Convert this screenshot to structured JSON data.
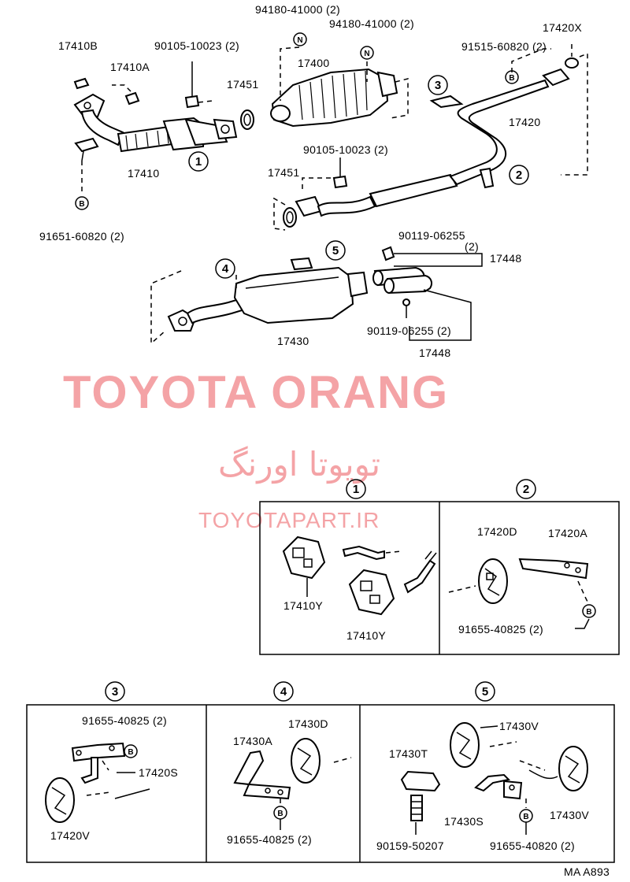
{
  "labels": {
    "p17410B": "17410B",
    "p17410A": "17410A",
    "p90105_a": "90105-10023 (2)",
    "p94180_a": "94180-41000 (2)",
    "p94180_b": "94180-41000 (2)",
    "p17400": "17400",
    "p17451_a": "17451",
    "p17451_b": "17451",
    "p17410": "17410",
    "p91651": "91651-60820 (2)",
    "p90105_b": "90105-10023 (2)",
    "p17420X": "17420X",
    "p91515": "91515-60820 (2)",
    "p17420": "17420",
    "p90119_a": "90119-06255",
    "p90119_a_qty": "(2)",
    "p17448_a": "17448",
    "p90119_b": "90119-06255 (2)",
    "p17448_b": "17448",
    "p17430": "17430",
    "p17410Y_a": "17410Y",
    "p17410Y_b": "17410Y",
    "p17420D": "17420D",
    "p17420A": "17420A",
    "p91655_a": "91655-40825 (2)",
    "p91655_b": "91655-40825 (2)",
    "p17420S": "17420S",
    "p17420V": "17420V",
    "p17430A": "17430A",
    "p17430D": "17430D",
    "p91655_c": "91655-40825 (2)",
    "p17430V_a": "17430V",
    "p17430V_b": "17430V",
    "p17430T": "17430T",
    "p17430S": "17430S",
    "p90159": "90159-50207",
    "p91655_d": "91655-40820 (2)"
  },
  "markers": {
    "n": "N",
    "b": "B",
    "c1": "1",
    "c2": "2",
    "c3": "3",
    "c4": "4",
    "c5": "5"
  },
  "watermark": {
    "title": "TOYOTA ORANG",
    "persian": "تویوتا اورنگ",
    "url": "TOYOTAPART.IR",
    "color": "#f4a3a6"
  },
  "footer_code": "MA A893"
}
